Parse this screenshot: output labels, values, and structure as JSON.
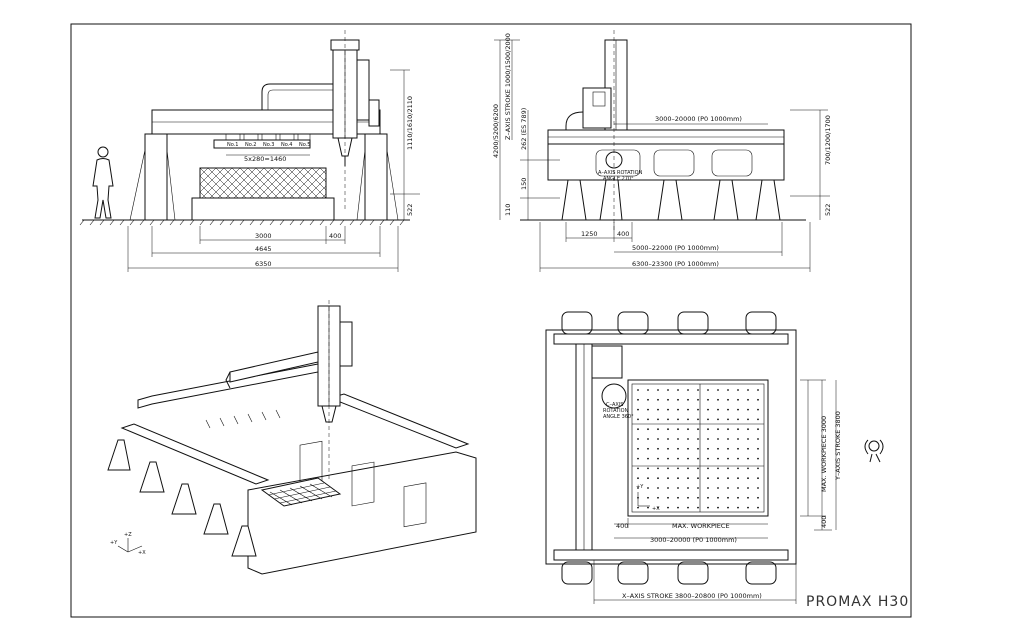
{
  "title_block": {
    "model": "PROMAX H30"
  },
  "front_view": {
    "dims": {
      "d3000": "3000",
      "d400": "400",
      "d4645": "4645",
      "d6350": "6350",
      "h_z": "1110/1610/2110",
      "h522": "522",
      "pods": "5x280=1460"
    },
    "pod_labels": [
      "No.1",
      "No.2",
      "No.3",
      "No.4",
      "No.5"
    ]
  },
  "side_view": {
    "dims": {
      "stroke_x": "3000–20000 (P0 1000mm)",
      "total_h": "4200/5200/6200",
      "z_axis": "Z–AXIS STROKE 1000/1500/2000",
      "es789": "262 (ES 789)",
      "h150": "150",
      "h110": "110",
      "h_right": "700/1200/1700",
      "h522": "522",
      "d1250": "1250",
      "d400": "400",
      "len1": "5000–22000 (P0 1000mm)",
      "len2": "6300–23300 (P0 1000mm)",
      "a_axis": "A–AXIS ROTATION",
      "a_axis2": "ANGLE 270°"
    }
  },
  "plan_view": {
    "dims": {
      "c_axis": "C–AXIS",
      "c_axis2": "ROTATION",
      "c_axis3": "ANGLE 360°",
      "max_workpiece": "MAX. WORKPIECE",
      "x_stroke": "3000–20000 (P0 1000mm)",
      "x_axis_stroke": "X–AXIS STROKE 3800–20800 (P0 1000mm)",
      "d400": "400",
      "d400b": "400",
      "y_work": "MAX. WORKPIECE 3000",
      "y_stroke": "Y–AXIS STROKE 3800",
      "plus_x": "+X",
      "plus_y": "+Y"
    }
  },
  "iso_view": {
    "axes": {
      "x": "+X",
      "y": "+Y",
      "z": "+Z"
    }
  }
}
